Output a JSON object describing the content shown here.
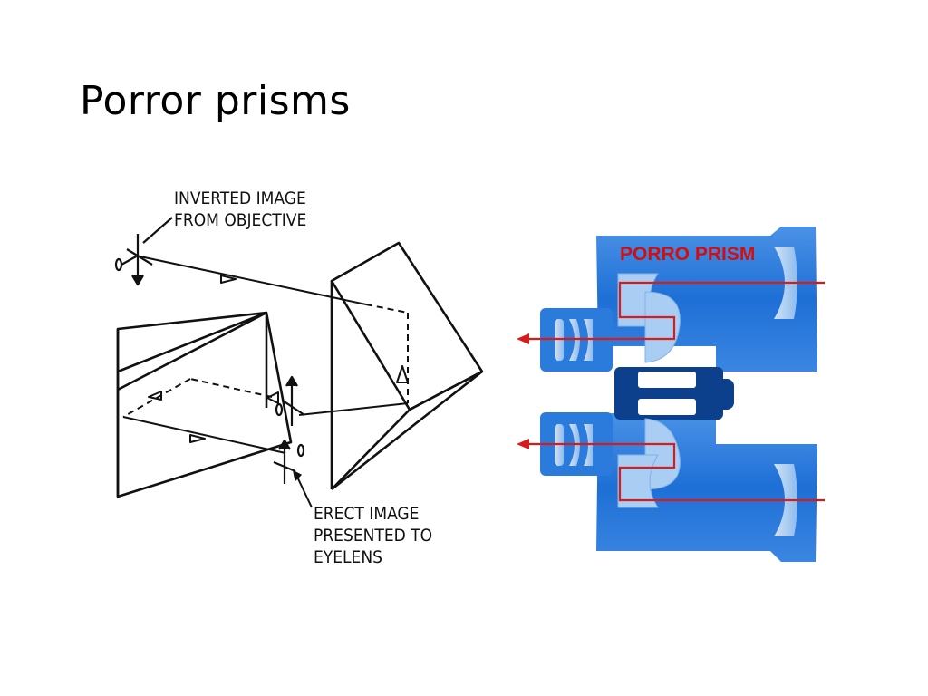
{
  "slide": {
    "title": "Porror prisms"
  },
  "left_diagram": {
    "label_top_line1": "INVERTED IMAGE",
    "label_top_line2": "FROM OBJECTIVE",
    "label_bottom_line1": "ERECT IMAGE",
    "label_bottom_line2": "PRESENTED TO",
    "label_bottom_line3": "EYELENS"
  },
  "right_diagram": {
    "label": "PORRO PRISM",
    "colors": {
      "body_blue": "#1e6fd6",
      "light_blue": "#9cc6f2",
      "dark_blue": "#0c3f8c",
      "ray_red": "#d81b1b",
      "label_red": "#d40e0e"
    }
  }
}
